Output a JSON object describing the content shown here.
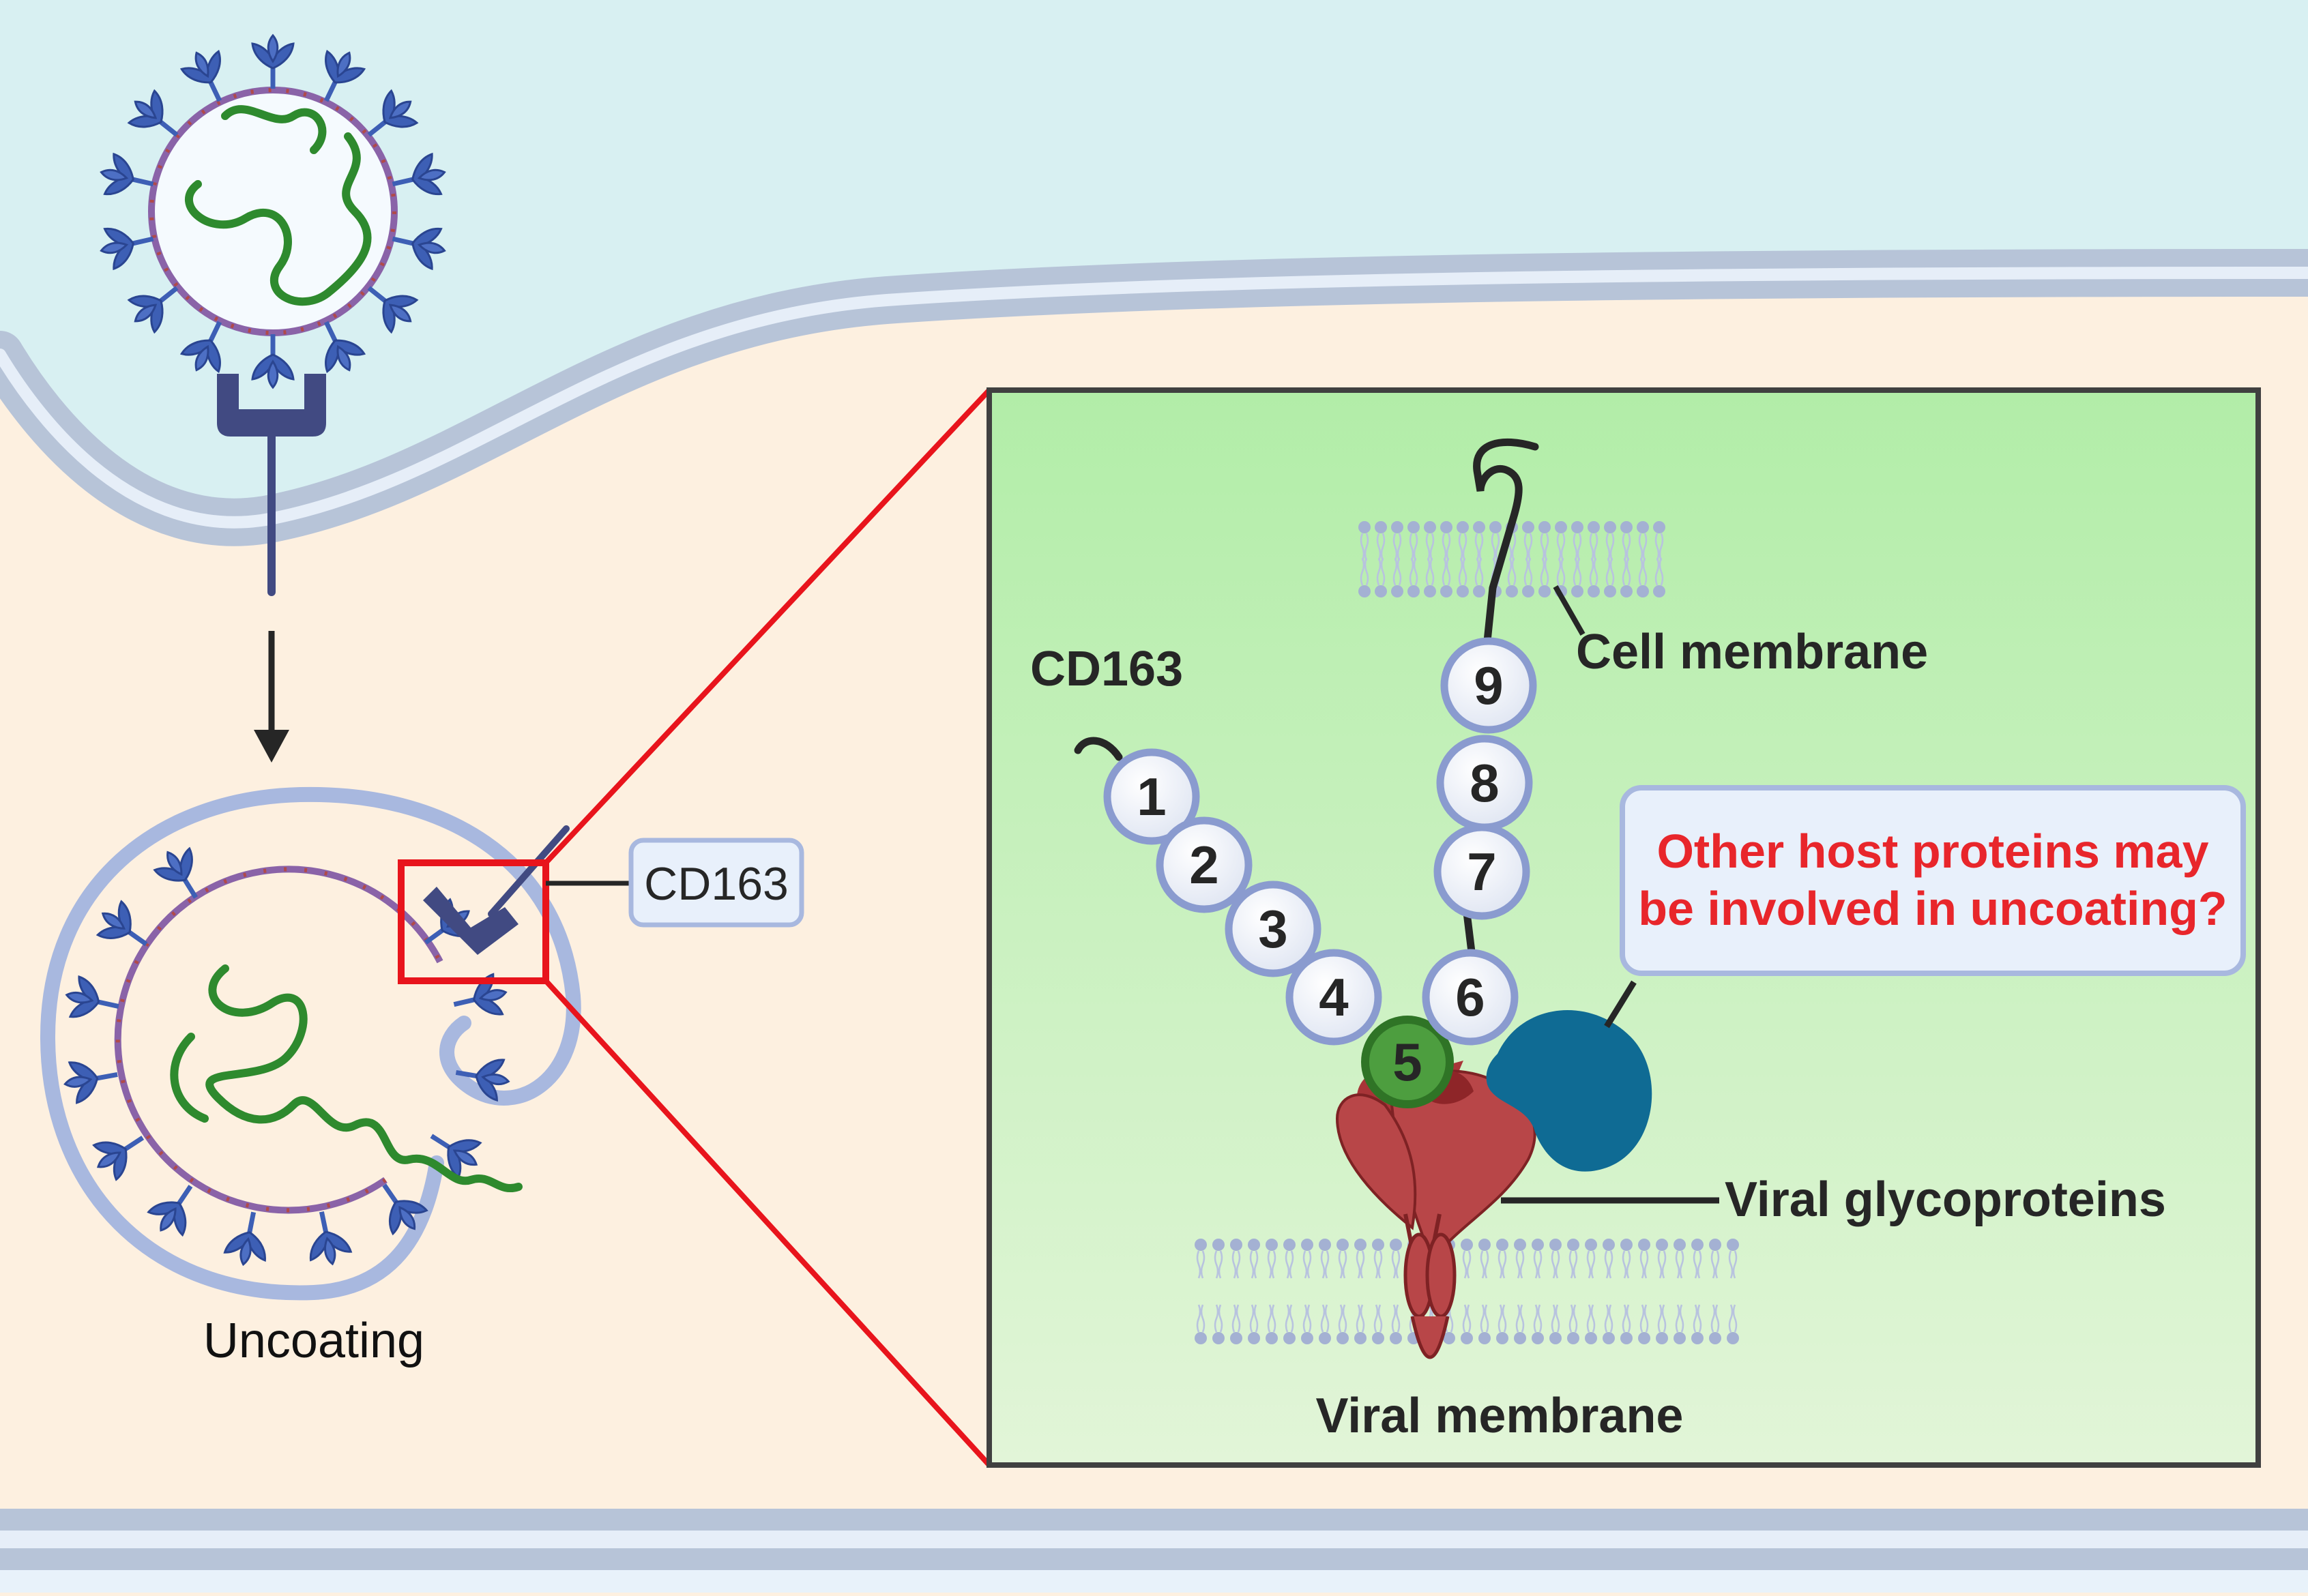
{
  "labels": {
    "uncoating": "Uncoating",
    "cd163_tag": "CD163",
    "cd163_title": "CD163",
    "cell_membrane": "Cell membrane",
    "viral_membrane": "Viral membrane",
    "viral_glycoproteins": "Viral glycoproteins",
    "question_line1": "Other host proteins may",
    "question_line2": "be involved in uncoating?"
  },
  "domains": [
    {
      "label": "1",
      "highlight": false
    },
    {
      "label": "2",
      "highlight": false
    },
    {
      "label": "3",
      "highlight": false
    },
    {
      "label": "4",
      "highlight": false
    },
    {
      "label": "5",
      "highlight": true
    },
    {
      "label": "6",
      "highlight": false
    },
    {
      "label": "7",
      "highlight": false
    },
    {
      "label": "8",
      "highlight": false
    },
    {
      "label": "9",
      "highlight": false
    }
  ],
  "colors": {
    "extracellular": "#d8f0f2",
    "cytoplasm": "#fdf0e0",
    "membrane": "#b7c4d8",
    "inset_background": "#c3efb8",
    "zoom_lines": "#e8141c",
    "question_text": "#e8262b",
    "domain_fill": "#eef1f8",
    "domain_stroke": "#8a9bcf",
    "highlight_domain": "#4d9e3f",
    "glycoprotein": "#b0393b",
    "host_protein": "#0f6b94",
    "spike": "#3d5fb5",
    "genome": "#2e8a2e",
    "receptor": "#414a82"
  },
  "icons": [
    "virus-icon",
    "receptor-icon",
    "genome-icon",
    "arrow-down-icon",
    "glycoprotein-icon",
    "host-protein-icon"
  ]
}
